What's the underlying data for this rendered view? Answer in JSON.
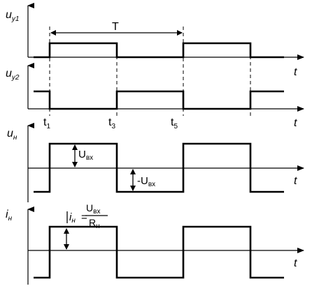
{
  "axis_labels": {
    "uy1": "u",
    "uy1_sub": "y1",
    "uy2": "u",
    "uy2_sub": "y2",
    "un": "u",
    "un_sub": "н",
    "in": "i",
    "in_sub": "н",
    "t": "t"
  },
  "period_label": "T",
  "time_marks": [
    {
      "main": "t",
      "sub": "1"
    },
    {
      "main": "t",
      "sub": "3"
    },
    {
      "main": "t",
      "sub": "5"
    }
  ],
  "annotations": {
    "uvx_main": "U",
    "uvx_sub": "вх",
    "neg_uvx_prefix": "-U",
    "neg_uvx_sub": "вх",
    "current_lhs": "i",
    "current_lhs_sub": "н",
    "current_eq": "=",
    "current_num_main": "U",
    "current_num_sub": "вх",
    "current_den_main": "R",
    "current_den_sub": "н"
  }
}
